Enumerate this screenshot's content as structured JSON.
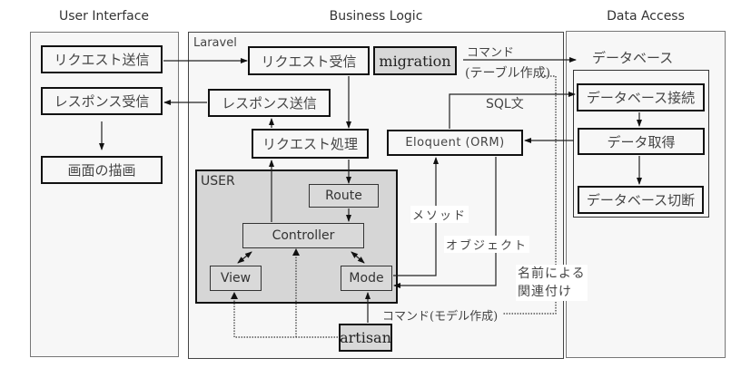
{
  "columns": {
    "ui": "User Interface",
    "business": "Business Logic",
    "data": "Data Access"
  },
  "ui_boxes": {
    "send_request": "リクエスト送信",
    "receive_response": "レスポンス受信",
    "render_screen": "画面の描画"
  },
  "business": {
    "framework_label": "Laravel",
    "receive_request": "リクエスト受信",
    "migration": "migration",
    "send_response": "レスポンス送信",
    "process_request": "リクエスト処理",
    "eloquent": "Eloquent (ORM)",
    "user_group_label": "USER",
    "route": "Route",
    "controller": "Controller",
    "view": "View",
    "model": "Mode",
    "artisan": "artisan"
  },
  "edge_labels": {
    "command_line1": "コマンド",
    "command_line2": "(テーブル作成)",
    "sql": "SQL文",
    "method": "メソッド",
    "object": "オブジェクト",
    "name_link_line1": "名前による",
    "name_link_line2": "関連付け",
    "model_command": "コマンド(モデル作成)"
  },
  "data_access": {
    "database_label": "データベース",
    "connect": "データベース接続",
    "fetch": "データ取得",
    "disconnect": "データベース切断"
  }
}
